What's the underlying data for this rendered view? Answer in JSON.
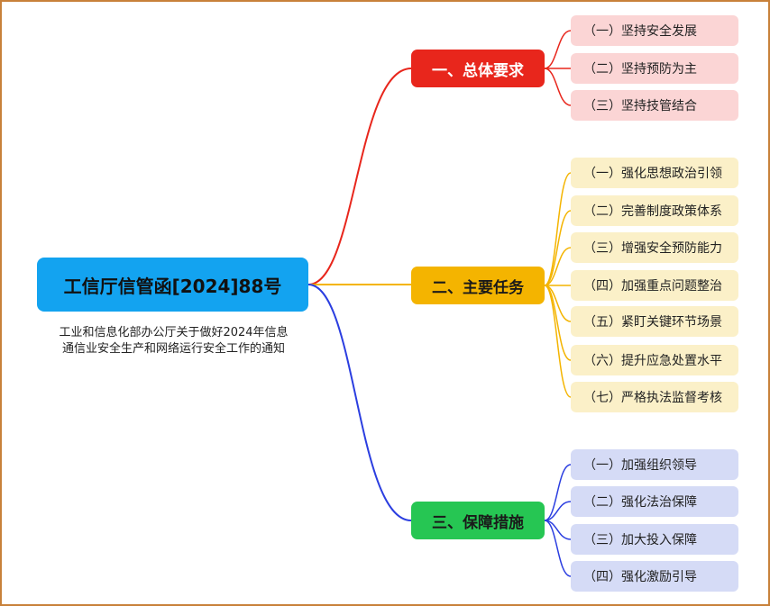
{
  "root": {
    "title": "工信厅信管函[2024]88号",
    "subtitle_line1": "工业和信息化部办公厅关于做好2024年信息",
    "subtitle_line2": "通信业安全生产和网络运行安全工作的通知"
  },
  "branches": [
    {
      "label": "一、总体要求",
      "color": "#e8261c",
      "items": [
        "（一）坚持安全发展",
        "（二）坚持预防为主",
        "（三）坚持技管结合"
      ]
    },
    {
      "label": "二、主要任务",
      "color": "#f4b400",
      "items": [
        "（一）强化思想政治引领",
        "（二）完善制度政策体系",
        "（三）增强安全预防能力",
        "（四）加强重点问题整治",
        "（五）紧盯关键环节场景",
        "（六）提升应急处置水平",
        "（七）严格执法监督考核"
      ]
    },
    {
      "label": "三、保障措施",
      "color": "#26c653",
      "items": [
        "（一）加强组织领导",
        "（二）强化法治保障",
        "（三）加大投入保障",
        "（四）强化激励引导"
      ]
    }
  ]
}
